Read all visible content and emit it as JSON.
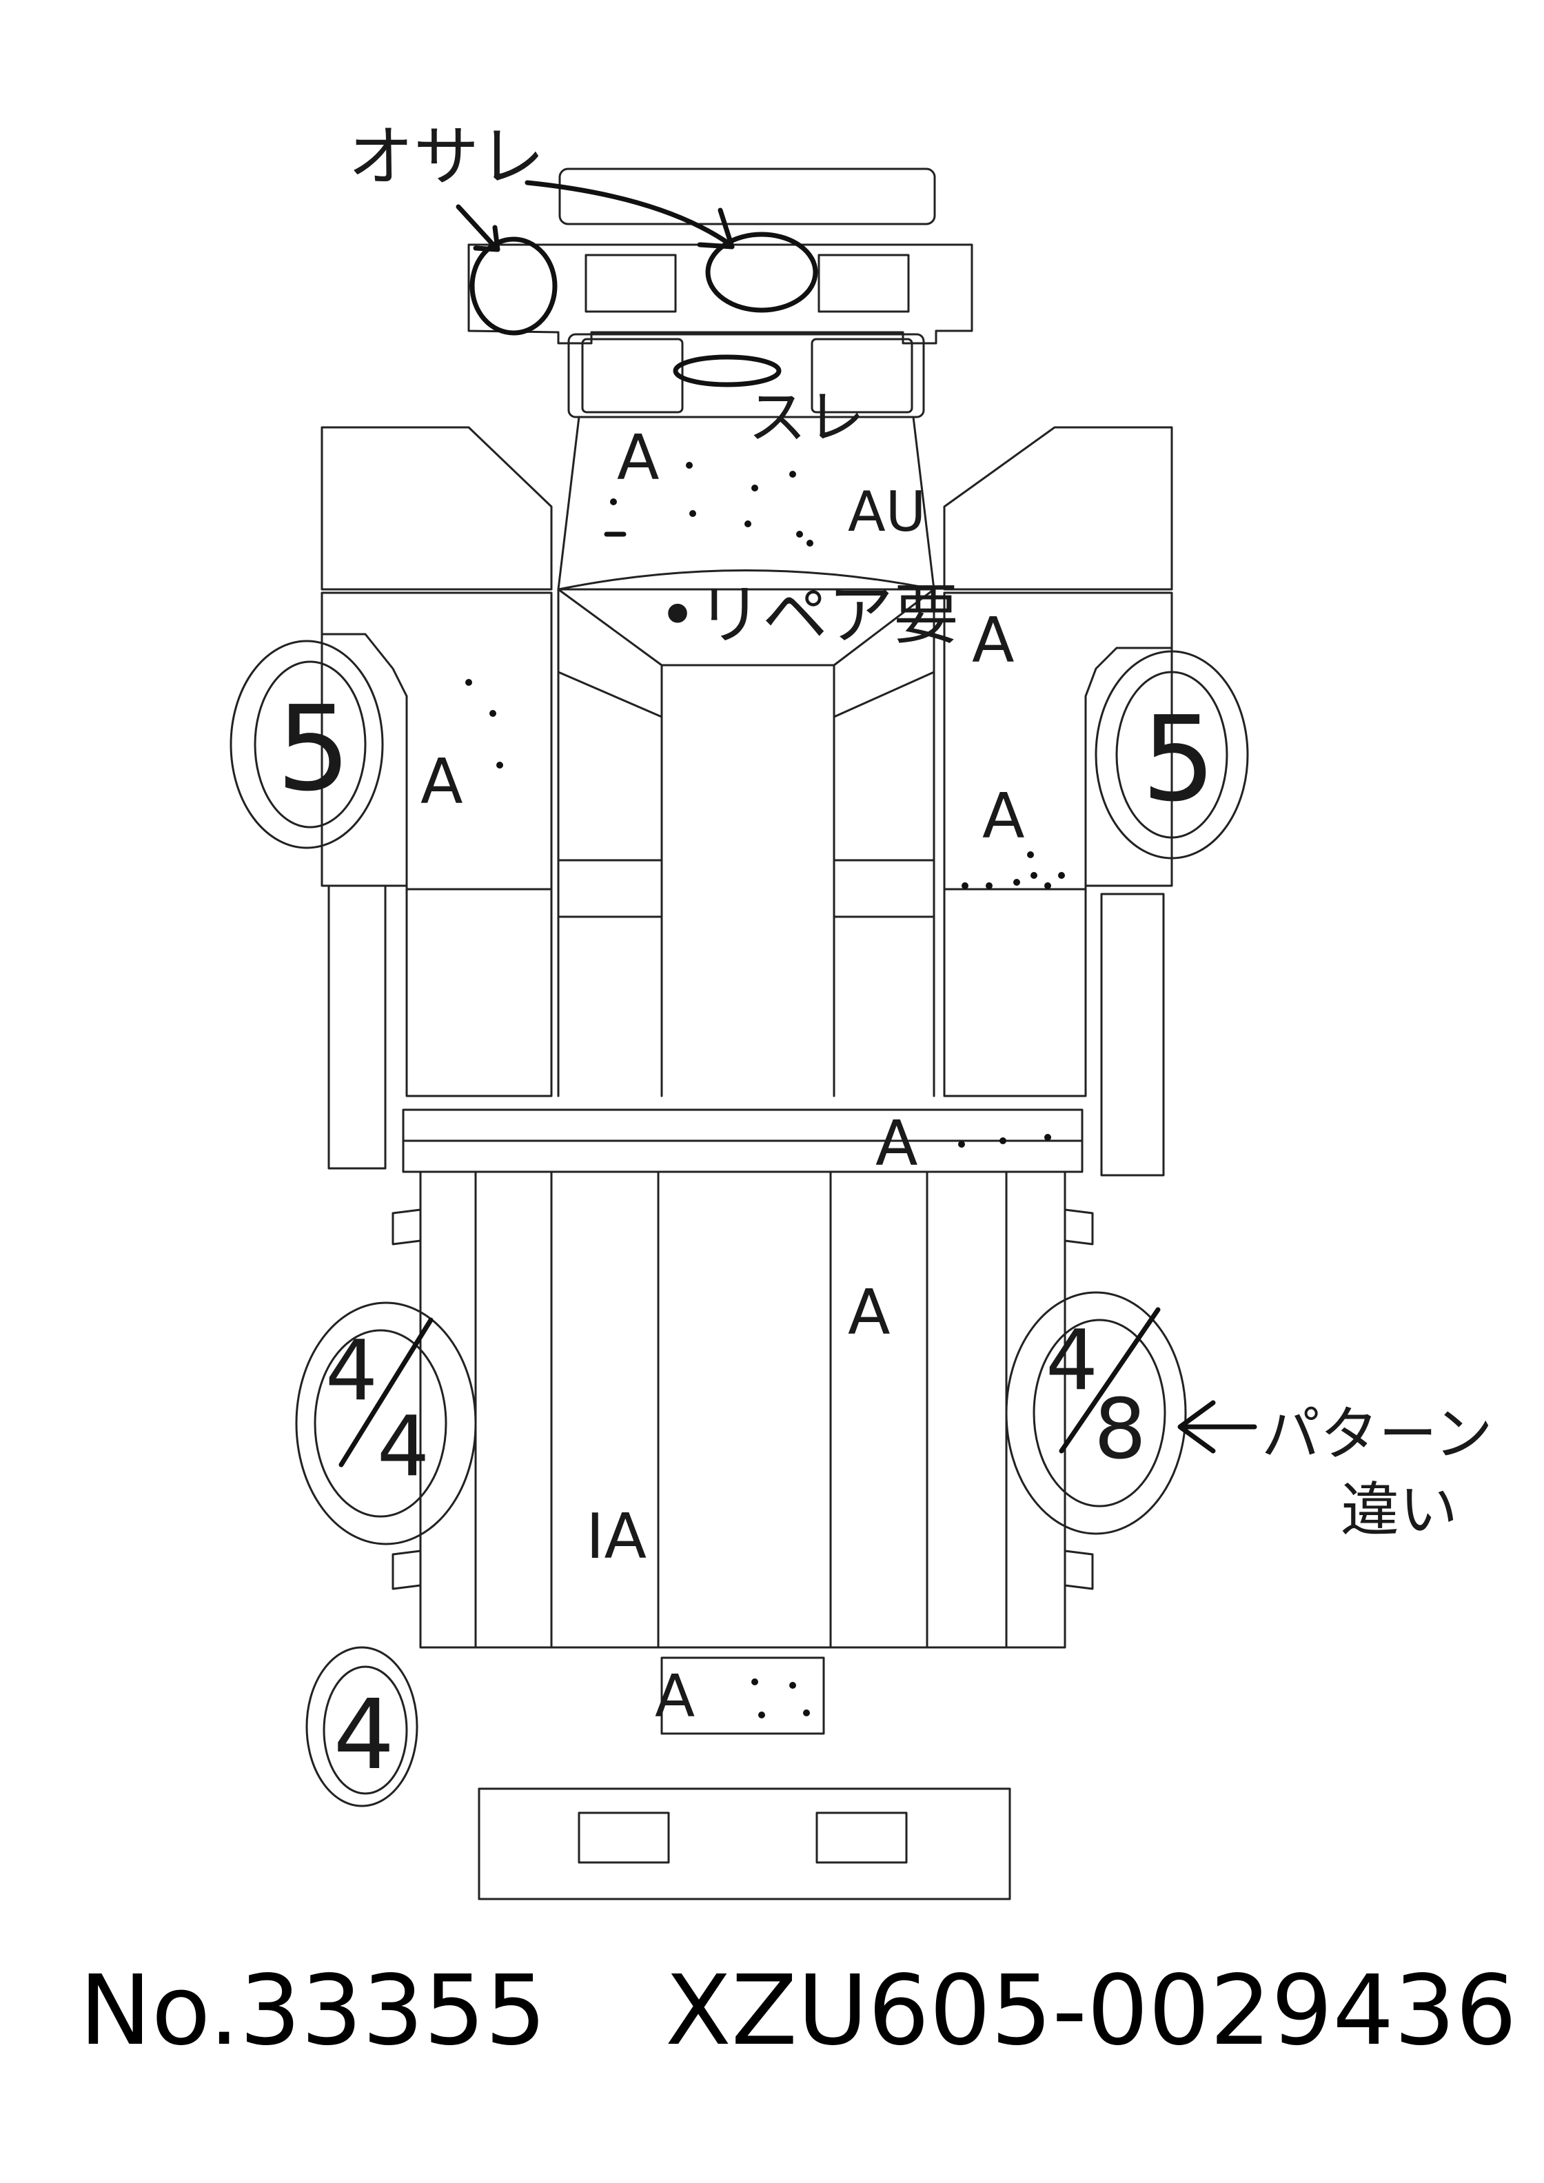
{
  "annotations": {
    "osare": "オサレ",
    "sure": "スレ",
    "repair": "•リペア要",
    "pattern": "パターン",
    "chigai": "違い",
    "arrow": "←",
    "marks": {
      "hood": "A",
      "au": "AU",
      "fender_left": "A",
      "fender_right_top": "A",
      "fender_right_mid": "A",
      "step_right": "A",
      "bed_center": "A",
      "bed_left": "IA",
      "rear_panel": "A"
    }
  },
  "tires": {
    "front_left": "5",
    "front_right": "5",
    "rear_left": [
      "4",
      "4"
    ],
    "rear_right": [
      "4",
      "8"
    ],
    "spare": "4"
  },
  "footer": {
    "number": "No.33355",
    "vin": "XZU605-0029436"
  }
}
